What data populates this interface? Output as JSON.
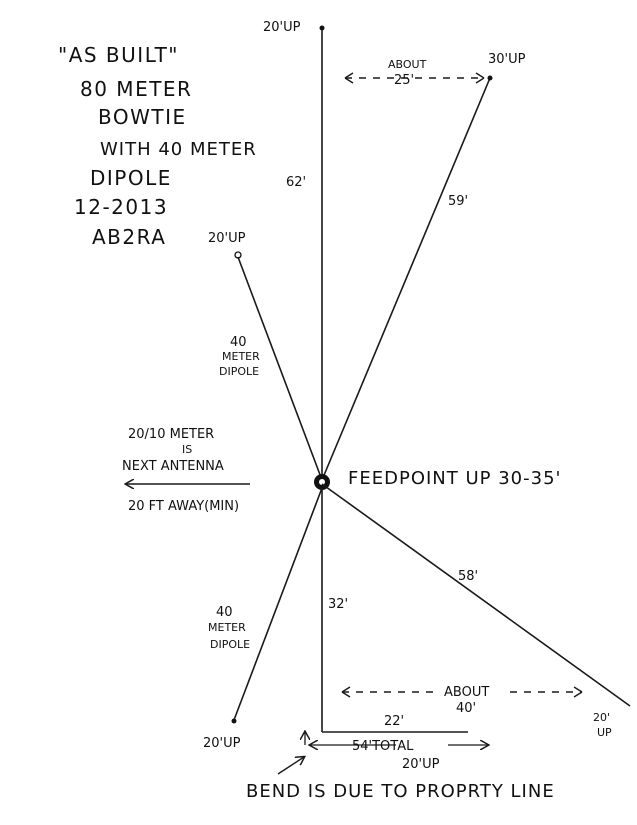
{
  "title_block": {
    "lines": [
      "\"AS BUILT\"",
      "80 METER",
      "BOWTIE",
      "WITH 40 METER",
      "DIPOLE",
      "12-2013",
      "AB2RA"
    ]
  },
  "labels": {
    "top_mast_up": "20'UP",
    "upper_right_up": "30'UP",
    "about_25_a": "ABOUT",
    "about_25_b": "25'",
    "len_62": "62'",
    "len_59": "59'",
    "upper_left_up": "20'UP",
    "dipole40_upper_a": "40",
    "dipole40_upper_b": "METER",
    "dipole40_upper_c": "DIPOLE",
    "note_a": "20/10 METER",
    "note_b": "IS",
    "note_c": "NEXT ANTENNA",
    "note_d": "20 FT AWAY(MIN)",
    "feedpoint": "FEEDPOINT UP 30-35'",
    "len_58": "58'",
    "len_32": "32'",
    "dipole40_lower_a": "40",
    "dipole40_lower_b": "METER",
    "dipole40_lower_c": "DIPOLE",
    "about_40_a": "ABOUT",
    "about_40_b": "40'",
    "lower_right_up_a": "20'",
    "lower_right_up_b": "UP",
    "lower_left_up": "20'UP",
    "len_22": "22'",
    "total_54": "54'TOTAL",
    "bottom_up": "20'UP",
    "bend_note": "BEND IS DUE TO PROPRTY LINE"
  }
}
